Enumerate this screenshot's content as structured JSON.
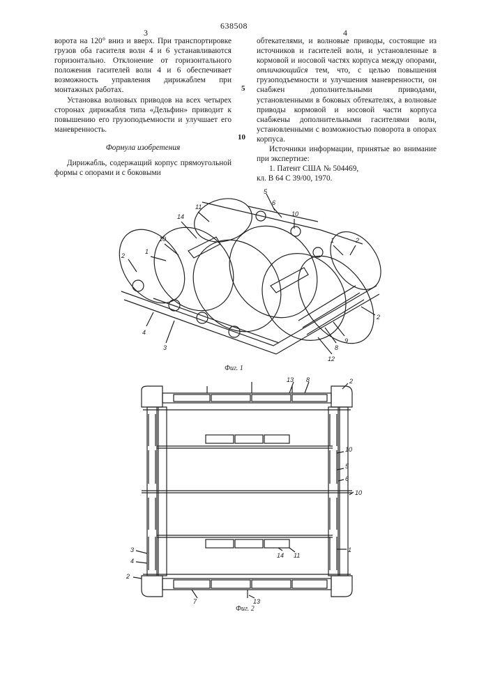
{
  "header": {
    "patent_number": "638508",
    "page_left": "3",
    "page_right": "4"
  },
  "line_numbers": [
    "5",
    "10"
  ],
  "left_column": {
    "p1": "ворота на 120° вниз и вверх. При транспортировке грузов оба гасителя волн 4 и 6 устанавливаются горизонтально. Отклонение от горизонтального положения гасителей волн 4 и 6 обеспечивает возможность управления дирижаблем при монтажных работах.",
    "p2": "Установка волновых приводов на всех четырех сторонах дирижабля типа «Дельфин» приводит к повышению его грузоподъемности и улучшает его маневренность.",
    "heading": "Формула изобретения",
    "p3": "Дирижабль, содержащий корпус прямоугольной формы с опорами и с боковыми"
  },
  "right_column": {
    "p1a": "обтекателями, и волновые приводы, состоящие из источников и гасителей волн, и установленные в кормовой и носовой частях корпуса между опорами, ",
    "p1b": "отличающийся",
    "p1c": " тем, что, с целью повышения грузоподъемности и улучшения маневренности, он снабжен дополнительными приводами, установленными в боковых обтекателях, а волновые приводы кормовой и носовой части корпуса снабжены дополнительными гасителями волн, установленными с возможностью поворота в опорах корпуса.",
    "sources_heading": "Источники информации, принятые во внимание при экспертизе:",
    "source1_a": "1. Патент США № 504469,",
    "source1_b": "кл. В 64 С 39/00, 1970."
  },
  "figure1": {
    "caption": "Фиг. 1",
    "labels": [
      "11",
      "14",
      "10",
      "1",
      "2",
      "4",
      "3",
      "5",
      "6",
      "10",
      "1",
      "2",
      "8",
      "9",
      "12",
      "2"
    ]
  },
  "figure2": {
    "caption": "Фиг. 2",
    "labels": [
      "13",
      "8",
      "2",
      "10",
      "5",
      "6",
      "10",
      "14",
      "11",
      "3",
      "4",
      "1",
      "2",
      "7",
      "13"
    ]
  }
}
